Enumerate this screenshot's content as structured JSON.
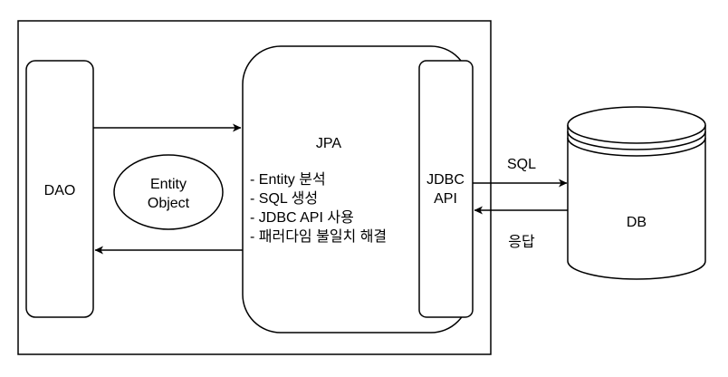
{
  "dao": {
    "label": "DAO"
  },
  "entity": {
    "line1": "Entity",
    "line2": "Object"
  },
  "jpa": {
    "title": "JPA",
    "features": [
      "- Entity 분석",
      "- SQL 생성",
      "- JDBC API 사용",
      "- 패러다임 불일치 해결"
    ]
  },
  "jdbc": {
    "line1": "JDBC",
    "line2": "API"
  },
  "db": {
    "label": "DB"
  },
  "arrows": {
    "sql_label": "SQL",
    "response_label": "응답"
  },
  "colors": {
    "stroke": "#000000",
    "fill": "#ffffff",
    "text": "#000000"
  }
}
